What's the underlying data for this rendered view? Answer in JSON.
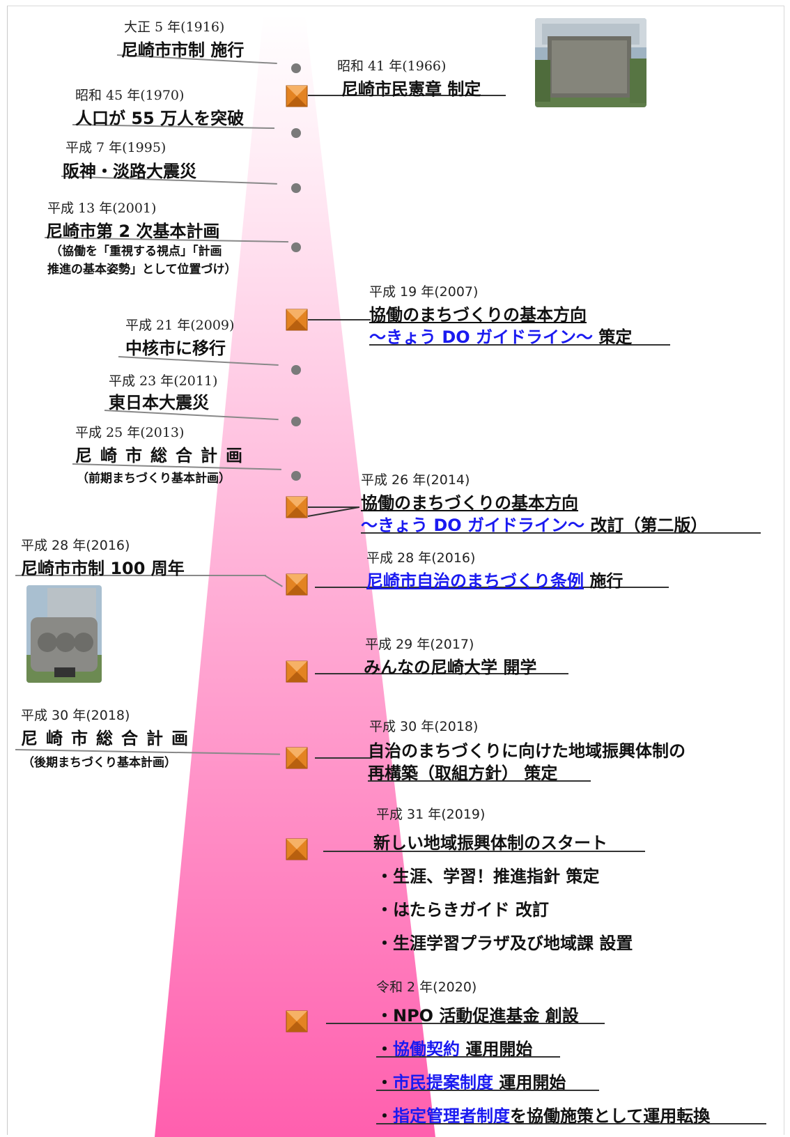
{
  "colors": {
    "beam_top": "#ffe9f4",
    "beam_bottom": "#ff5fae",
    "marker": "#e07d1c",
    "link": "#1a1af0"
  },
  "left_events": [
    {
      "year": "大正 5 年(1916)",
      "title": "尼崎市市制  施行"
    },
    {
      "year": "昭和 45 年(1970)",
      "title": "人口が 55 万人を突破"
    },
    {
      "year": "平成 7 年(1995)",
      "title": "阪神・淡路大震災"
    },
    {
      "year": "平成 13 年(2001)",
      "title": "尼崎市第 2 次基本計画",
      "note1": "（協働を「重視する視点」「計画",
      "note2": "推進の基本姿勢」として位置づけ）"
    },
    {
      "year": "平成 21 年(2009)",
      "title": "中核市に移行"
    },
    {
      "year": "平成 23 年(2011)",
      "title": "東日本大震災"
    },
    {
      "year": "平成 25 年(2013)",
      "title": "尼崎市総合計画",
      "note1": "（前期まちづくり基本計画）"
    },
    {
      "year": "平成 28 年(2016)",
      "title": "尼崎市市制 100 周年"
    },
    {
      "year": "平成 30 年(2018)",
      "title": "尼崎市総合計画",
      "note1": "（後期まちづくり基本計画）"
    }
  ],
  "right_events": {
    "e1966": {
      "year": "昭和 41 年(1966)",
      "title": "尼崎市民憲章  制定"
    },
    "e2007": {
      "year": "平成 19 年(2007)",
      "link1": "協働のまちづくりの基本方向",
      "link2": "～きょう DO ガイドライン～",
      "suffix": " 策定"
    },
    "e2014": {
      "year": "平成 26 年(2014)",
      "link1": "協働のまちづくりの基本方向",
      "link2": "～きょう DO ガイドライン～",
      "suffix": " 改訂（第二版）"
    },
    "e2016": {
      "year": "平成 28 年(2016)",
      "link": "尼崎市自治のまちづくり条例",
      "suffix": " 施行"
    },
    "e2017": {
      "year": "平成 29 年(2017)",
      "title": "みんなの尼崎大学  開学"
    },
    "e2018": {
      "year": "平成 30 年(2018)",
      "line1": "自治のまちづくりに向けた地域振興体制の",
      "line2": "再構築（取組方針）  策定"
    },
    "e2019": {
      "year": "平成 31 年(2019)",
      "title": "新しい地域振興体制のスタート",
      "items": [
        "・生涯、学習！推進指針  策定",
        "・はたらきガイド  改訂",
        "・生涯学習プラザ及び地域課  設置"
      ]
    },
    "e2020": {
      "year": "令和 2 年(2020)",
      "item1": "・NPO 活動促進基金  創設",
      "item2_prefix": "・",
      "item2_link": "協働契約",
      "item2_suffix": "  運用開始",
      "item3_prefix": "・",
      "item3_link": "市民提案制度",
      "item3_suffix": "  運用開始",
      "item4_prefix": "・",
      "item4_link": "指定管理者制度",
      "item4_suffix": "を協働施策として運用転換"
    }
  }
}
